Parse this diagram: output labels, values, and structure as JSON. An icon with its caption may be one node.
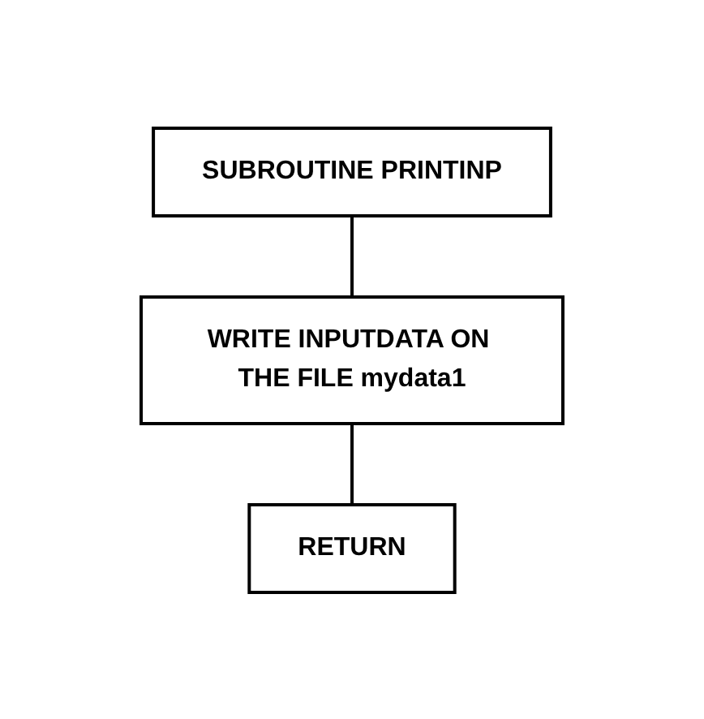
{
  "diagram": {
    "nodes": [
      {
        "text": [
          "SUBROUTINE PRINTINP"
        ]
      },
      {
        "text": [
          "WRITE INPUTDATA ON THE FILE mydata1"
        ]
      },
      {
        "text": [
          "RETURN"
        ]
      }
    ],
    "edges": [
      {
        "from": 0,
        "to": 1,
        "arrow": "none"
      },
      {
        "from": 1,
        "to": 2,
        "arrow": "none"
      }
    ]
  }
}
